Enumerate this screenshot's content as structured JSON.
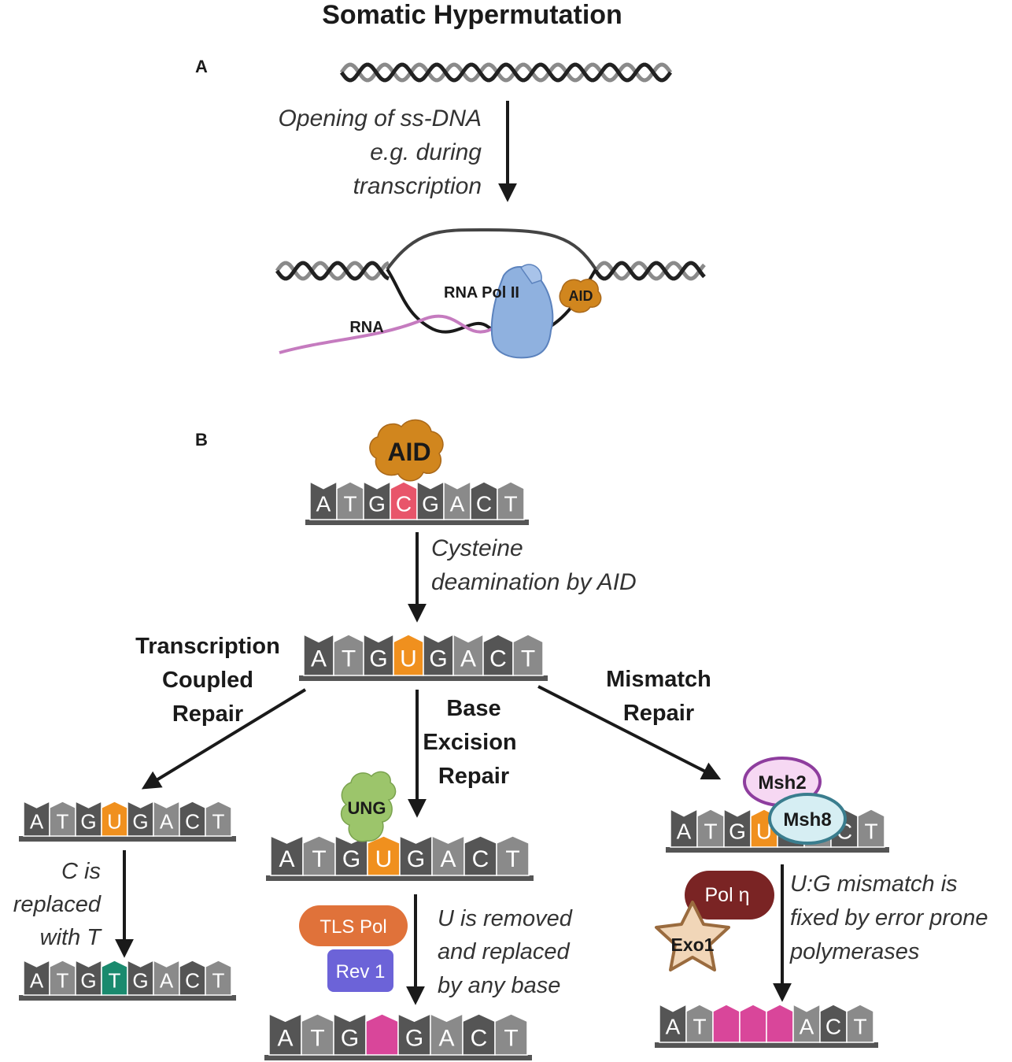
{
  "title": "Somatic Hypermutation",
  "panel_a": {
    "label": "A",
    "step_caption": [
      "Opening of ss-DNA",
      "e.g. during",
      "transcription"
    ],
    "pol_label": "RNA Pol II",
    "aid_label": "AID",
    "rna_label": "RNA"
  },
  "panel_b": {
    "label": "B",
    "aid_label": "AID",
    "start_sequence": [
      "A",
      "T",
      "G",
      "C",
      "G",
      "A",
      "C",
      "T"
    ],
    "deaminated_sequence": [
      "A",
      "T",
      "G",
      "U",
      "G",
      "A",
      "C",
      "T"
    ],
    "deamination_caption": [
      "Cysteine",
      "deamination by AID"
    ],
    "tcr": {
      "title": [
        "Transcription",
        "Coupled",
        "Repair"
      ],
      "sequence": [
        "A",
        "T",
        "G",
        "U",
        "G",
        "A",
        "C",
        "T"
      ],
      "caption": [
        "C is",
        "replaced",
        "with T"
      ],
      "result_sequence": [
        "A",
        "T",
        "G",
        "T",
        "G",
        "A",
        "C",
        "T"
      ]
    },
    "ber": {
      "title": [
        "Base",
        "Excision",
        "Repair"
      ],
      "enzyme": "UNG",
      "sequence": [
        "A",
        "T",
        "G",
        "U",
        "G",
        "A",
        "C",
        "T"
      ],
      "polymerase_1": "TLS Pol",
      "polymerase_2": "Rev 1",
      "caption": [
        "U is removed",
        "and replaced",
        "by any base"
      ],
      "result_sequence": [
        "A",
        "T",
        "G",
        "",
        "G",
        "A",
        "C",
        "T"
      ]
    },
    "mmr": {
      "title": [
        "Mismatch",
        "Repair"
      ],
      "protein_1": "Msh2",
      "protein_2": "Msh8",
      "sequence": [
        "A",
        "T",
        "G",
        "U",
        "",
        "",
        "C",
        "T"
      ],
      "polymerase": "Pol η",
      "exonuclease": "Exo1",
      "caption": [
        "U:G mismatch is",
        "fixed by error prone",
        "polymerases"
      ],
      "result_sequence": [
        "A",
        "T",
        "",
        "",
        "",
        "A",
        "C",
        "T"
      ]
    }
  },
  "colors": {
    "cytosine_target": "#e8556a",
    "uracil": "#f0901e",
    "thymine_repair": "#1a8a6e",
    "any_base": "#d9469a",
    "aid": "#d1861e",
    "rna_pol": "#8fb1df",
    "rna": "#c57bbf",
    "ung": "#9cc56b",
    "tls_pol": "#e0723a",
    "rev1": "#6c63d8",
    "msh2": "#8e3d9e",
    "msh8": "#3a7d8e",
    "pol_eta": "#7a2424",
    "exo1": "#f1d6b8"
  }
}
